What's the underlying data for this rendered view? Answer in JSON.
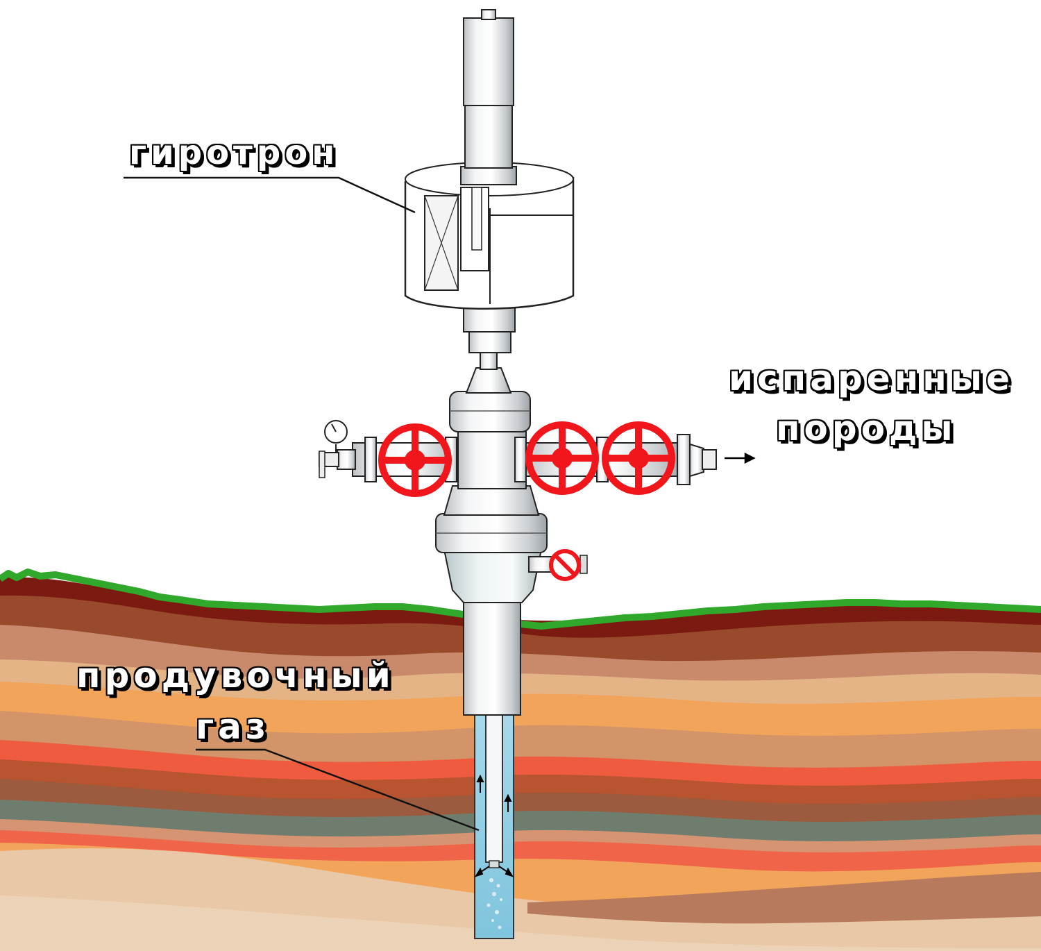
{
  "labels": {
    "gyrotron": "гиротрон",
    "vaporized_rocks_line1": "испаренные",
    "vaporized_rocks_line2": "породы",
    "purge_gas_line1": "продувочный",
    "purge_gas_line2": "газ"
  },
  "colors": {
    "grass": "#2fa82b",
    "valve_wheel": "#f0161c",
    "borehole_water": "#8ccfe3",
    "soil_dark": "#7a1a10",
    "soil_brown": "#9a4a2c",
    "soil_tan": "#c9896a",
    "soil_orange": "#f3a85a",
    "soil_red": "#f05a3e",
    "soil_green_gray": "#6d7c6c",
    "soil_sand": "#e4c6a6"
  },
  "icons": {
    "valve": "valve-wheel-icon",
    "pressure_gauge": "pressure-gauge-icon",
    "blocked_valve": "no-entry-icon",
    "flow_arrow": "arrow-right-icon"
  }
}
